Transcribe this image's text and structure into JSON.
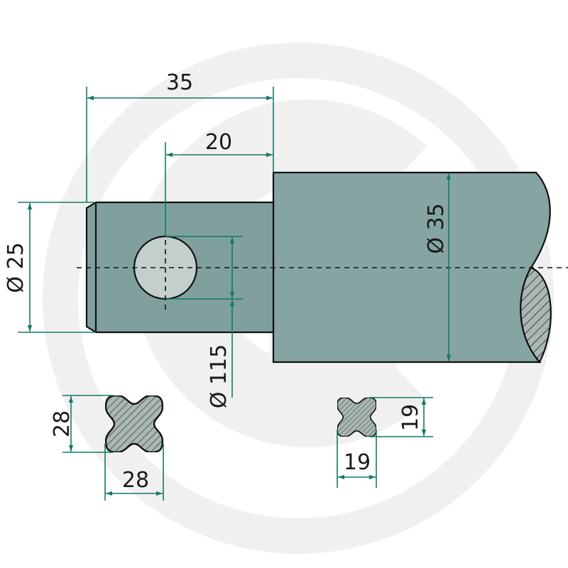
{
  "colors": {
    "dimension": "#127a66",
    "part_fill": "#7fa09d",
    "hole_fill": "#c2cfcc",
    "watermark": "#efefef"
  },
  "dimensions": {
    "overall_length": "35",
    "hole_position": "20",
    "pin_diameter": "Ø 25",
    "shaft_diameter": "Ø 35",
    "hole_diameter": "Ø 115",
    "cross_large_height": "28",
    "cross_large_width": "28",
    "cross_small_height": "19",
    "cross_small_width": "19"
  }
}
